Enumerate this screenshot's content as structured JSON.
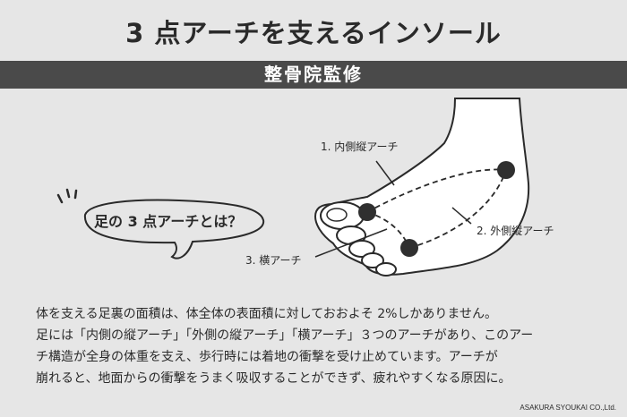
{
  "title": "3 点アーチを支えるインソール",
  "banner": "整骨院監修",
  "bubble": "足の 3 点アーチとは？",
  "labels": {
    "arch1": "1. 内側縦アーチ",
    "arch2": "2. 外側縦アーチ",
    "arch3": "3. 横アーチ"
  },
  "body": {
    "line1": "体を支える足裏の面積は、体全体の表面積に対しておおよそ 2%しかありません。",
    "line2": "足には「内側の縦アーチ」「外側の縦アーチ」「横アーチ」３つのアーチがあり、このアー",
    "line3": "チ構造が全身の体重を支え、歩行時には着地の衝撃を受け止めています。アーチが",
    "line4": "崩れると、地面からの衝撃をうまく吸収することができず、疲れやすくなる原因に。"
  },
  "credit": "ASAKURA SYOUKAI CO.,Ltd.",
  "colors": {
    "background": "#e6e6e6",
    "banner": "#4a4a4a",
    "text": "#2a2a2a",
    "foot_fill": "#ffffff",
    "point": "#2f2f2f"
  }
}
